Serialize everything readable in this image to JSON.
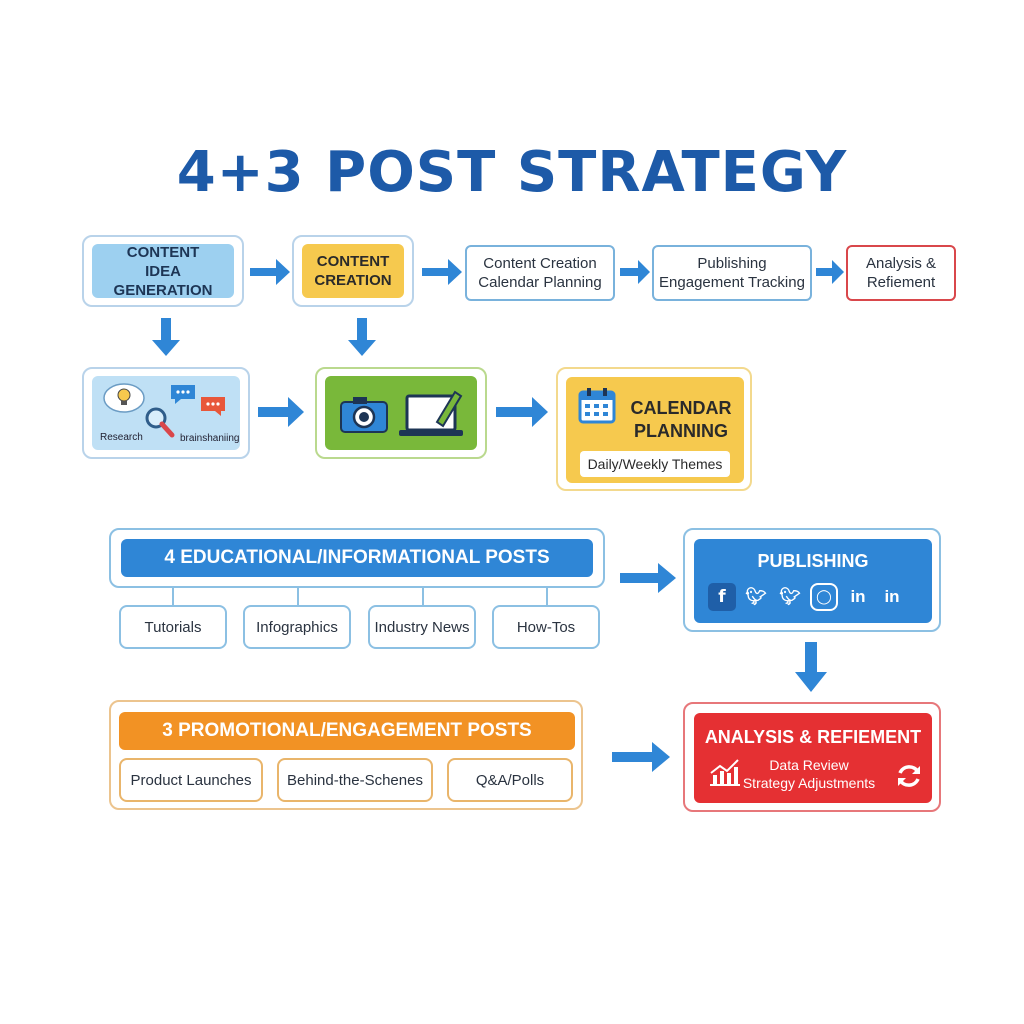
{
  "title": "4+3 POST STRATEGY",
  "flow_top": {
    "step1": "CONTENT IDEA GENERATION",
    "step2": "CONTENT CREATION",
    "step3": "Content Creation Calendar Planning",
    "step4": "Publishing Engagement Tracking",
    "step5": "Analysis & Refiement"
  },
  "ideas_panel": {
    "research_label": "Research",
    "brainstorm_label": "brainshaniing"
  },
  "calendar_panel": {
    "title": "CALENDAR PLANNING",
    "themes": "Daily/Weekly Themes"
  },
  "educational": {
    "header": "4 EDUCATIONAL/INFORMATIONAL POSTS",
    "items": [
      "Tutorials",
      "Infographics",
      "Industry News",
      "How-Tos"
    ]
  },
  "promotional": {
    "header": "3 PROMOTIONAL/ENGAGEMENT POSTS",
    "items": [
      "Product Launches",
      "Behind-the-Schenes",
      "Q&A/Polls"
    ]
  },
  "publishing": {
    "title": "PUBLISHING",
    "icons": [
      "facebook-icon",
      "twitter-icon",
      "twitter-icon",
      "instagram-icon",
      "linkedin-icon",
      "linkedin-icon"
    ]
  },
  "analysis": {
    "title": "ANALYSIS & REFIEMENT",
    "line1": "Data Review",
    "line2": "Strategy Adjustments"
  },
  "colors": {
    "blue": "#2f86d6",
    "yellow": "#f6c94e",
    "orange": "#f29224",
    "red": "#e53033",
    "light_blue": "#9dd0f0",
    "green": "#79b83a"
  }
}
